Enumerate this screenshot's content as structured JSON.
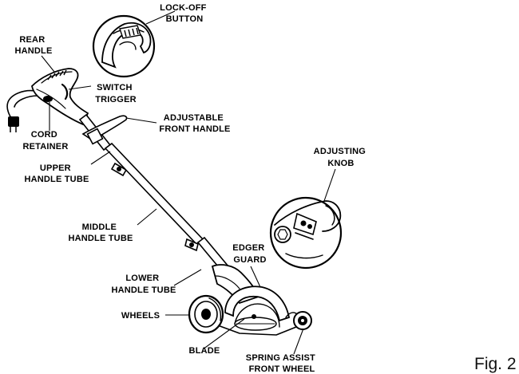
{
  "labels": {
    "lock_off_button": [
      "LOCK-OFF",
      "BUTTON"
    ],
    "rear_handle": [
      "REAR",
      "HANDLE"
    ],
    "switch_trigger": [
      "SWITCH",
      "TRIGGER"
    ],
    "adjustable_front_handle": [
      "ADJUSTABLE",
      "FRONT HANDLE"
    ],
    "cord_retainer": [
      "CORD",
      "RETAINER"
    ],
    "upper_handle_tube": [
      "UPPER",
      "HANDLE TUBE"
    ],
    "adjusting_knob": [
      "ADJUSTING",
      "KNOB"
    ],
    "middle_handle_tube": [
      "MIDDLE",
      "HANDLE TUBE"
    ],
    "edger_guard": [
      "EDGER",
      "GUARD"
    ],
    "lower_handle_tube": [
      "LOWER",
      "HANDLE TUBE"
    ],
    "wheels": [
      "WHEELS"
    ],
    "blade": [
      "BLADE"
    ],
    "spring_assist_front_wheel": [
      "SPRING ASSIST",
      "FRONT WHEEL"
    ]
  },
  "figure_caption": "Fig. 2"
}
